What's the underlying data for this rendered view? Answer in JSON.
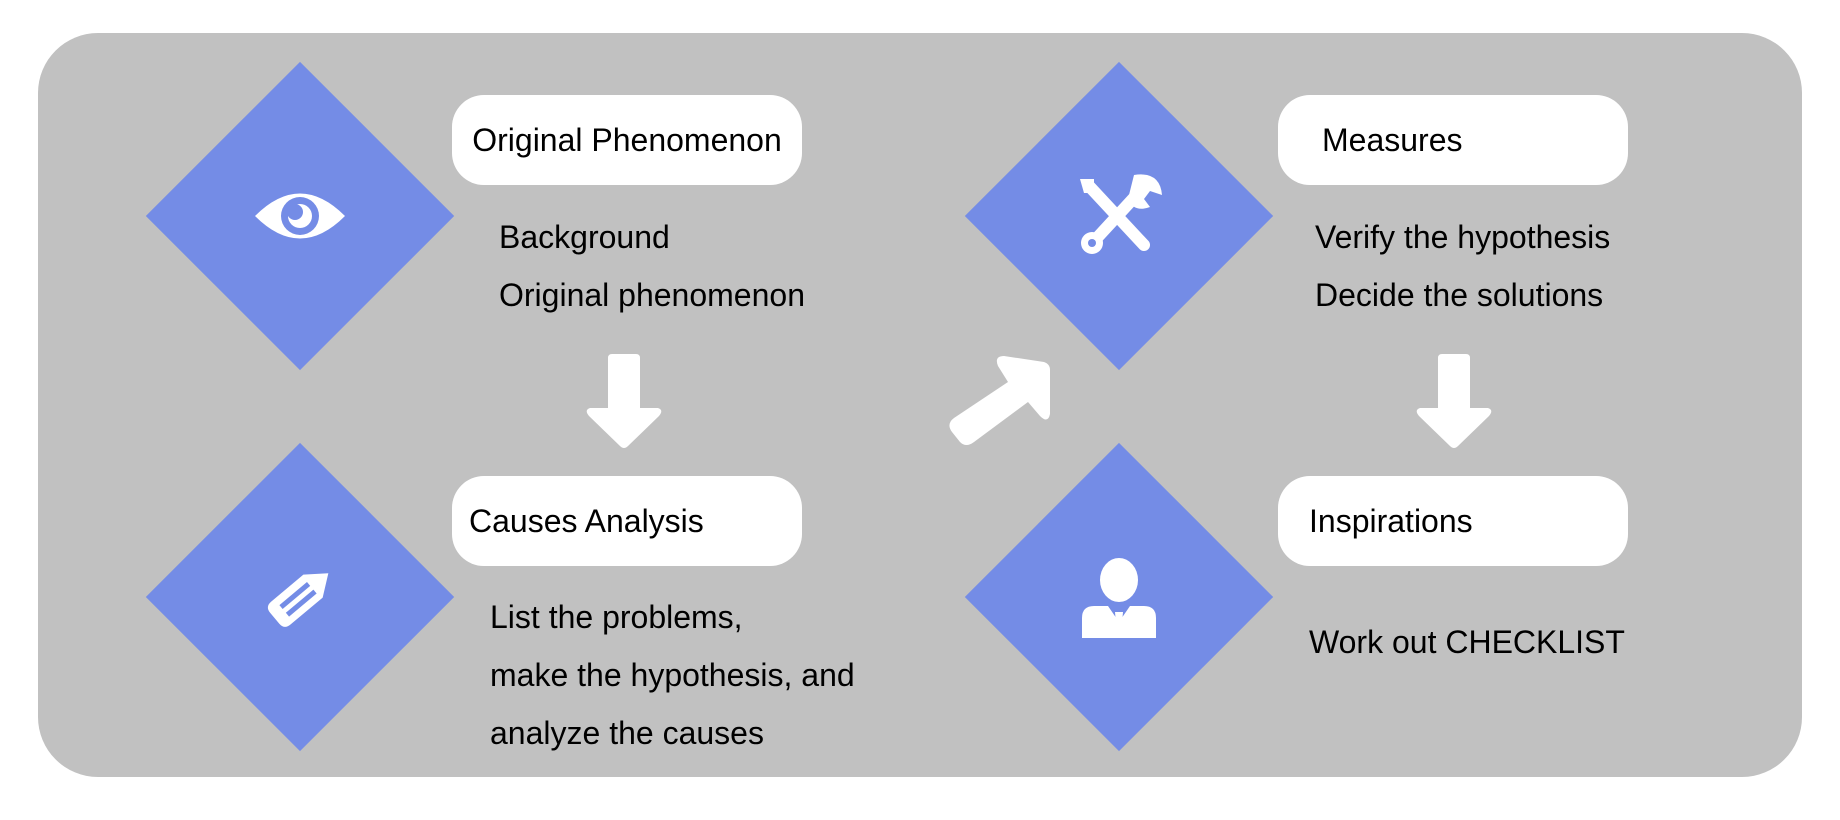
{
  "steps": {
    "original": {
      "title": "Original Phenomenon",
      "lines": [
        "Background",
        "Original phenomenon"
      ],
      "icon": "eye-icon"
    },
    "causes": {
      "title": "Causes Analysis",
      "lines": [
        "List the problems,",
        "make the hypothesis, and",
        "analyze the causes"
      ],
      "icon": "pencil-icon"
    },
    "measures": {
      "title": "Measures",
      "lines": [
        "Verify the hypothesis",
        "Decide the solutions"
      ],
      "icon": "tools-icon"
    },
    "inspirations": {
      "title": "Inspirations",
      "lines": [
        "Work out CHECKLIST"
      ],
      "icon": "person-icon"
    }
  },
  "colors": {
    "panel": "#c1c1c1",
    "diamond": "#748ce6",
    "pill": "#ffffff",
    "arrow": "#ffffff"
  }
}
